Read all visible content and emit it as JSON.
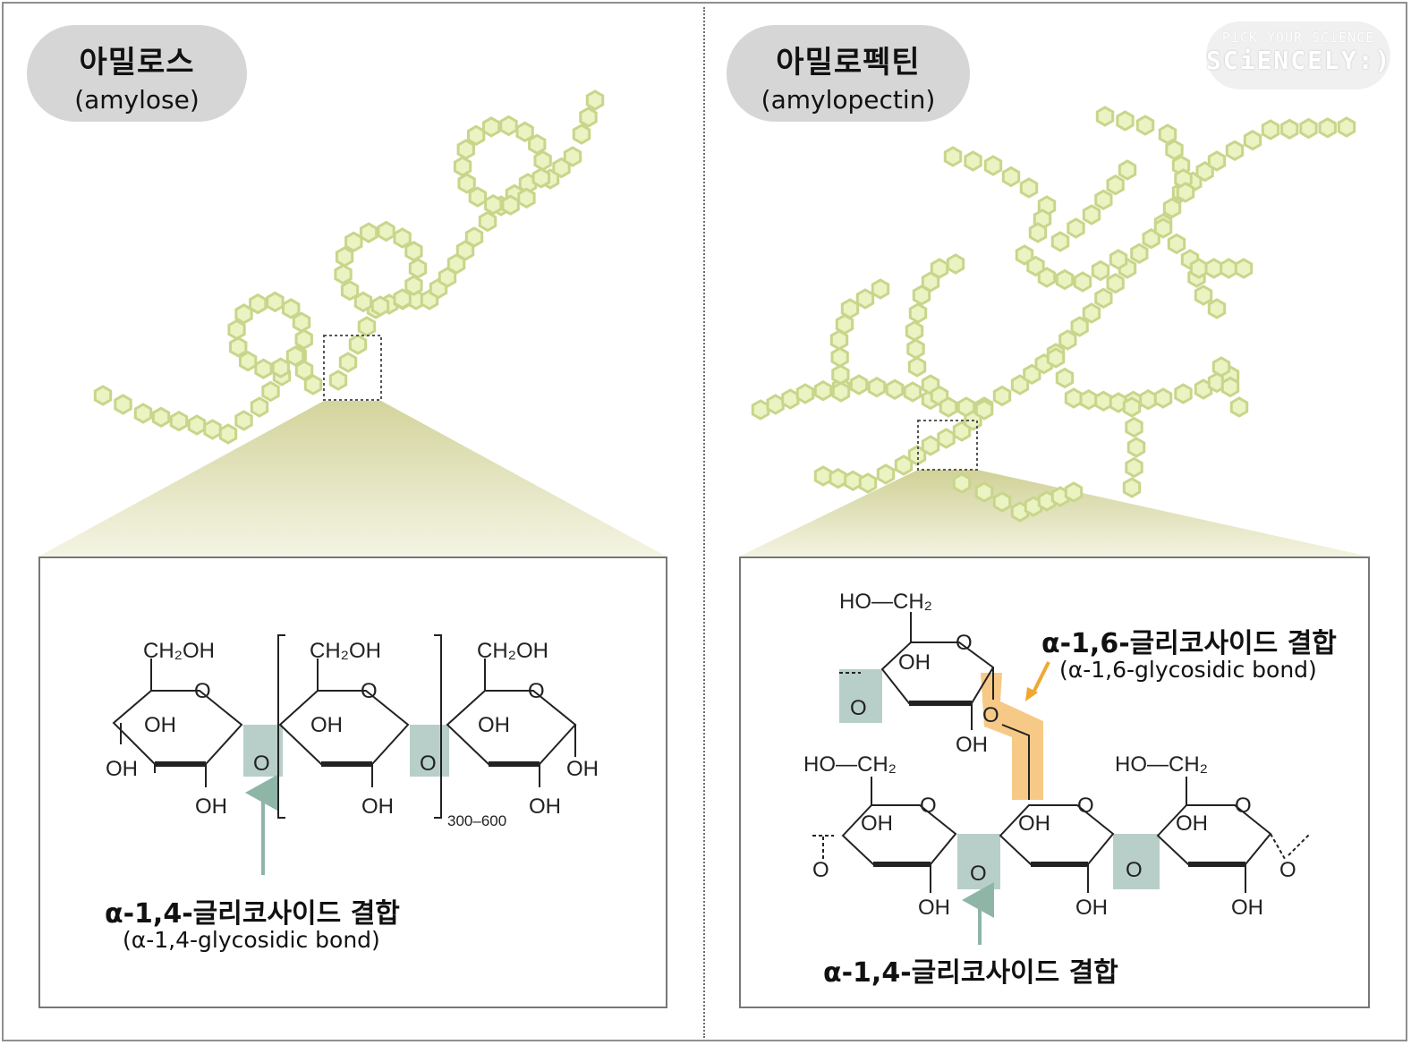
{
  "amylose": {
    "title_ko": "아밀로스",
    "title_en": "(amylose)",
    "repeat_count": "300–600",
    "bond_ko": "α-1,4-글리코사이드 결합",
    "bond_en": "(α-1,4-glycosidic bond)"
  },
  "amylopectin": {
    "title_ko": "아밀로펙틴",
    "title_en": "(amylopectin)",
    "branch_bond_ko": "α-1,6-글리코사이드 결합",
    "branch_bond_en": "(α-1,6-glycosidic bond)",
    "main_bond_ko": "α-1,4-글리코사이드 결합"
  },
  "logo": {
    "line1": "PiCK YOUR SCiENCE",
    "line2": "SCiENCELY:)"
  },
  "chem": {
    "ch2oh": "CH₂OH",
    "ring_o": "O",
    "oh": "OH",
    "ho_ch2": "HO—CH₂"
  },
  "colors": {
    "glucose_fill": "#eaf3c2",
    "glucose_stroke": "#c9d58a",
    "zoom_cone": "#d7d8a4",
    "bond_highlight": "#b8cfc9",
    "branch_highlight": "#f6c987",
    "arrow_green": "#8fb5a7",
    "arrow_orange": "#f0a830"
  }
}
